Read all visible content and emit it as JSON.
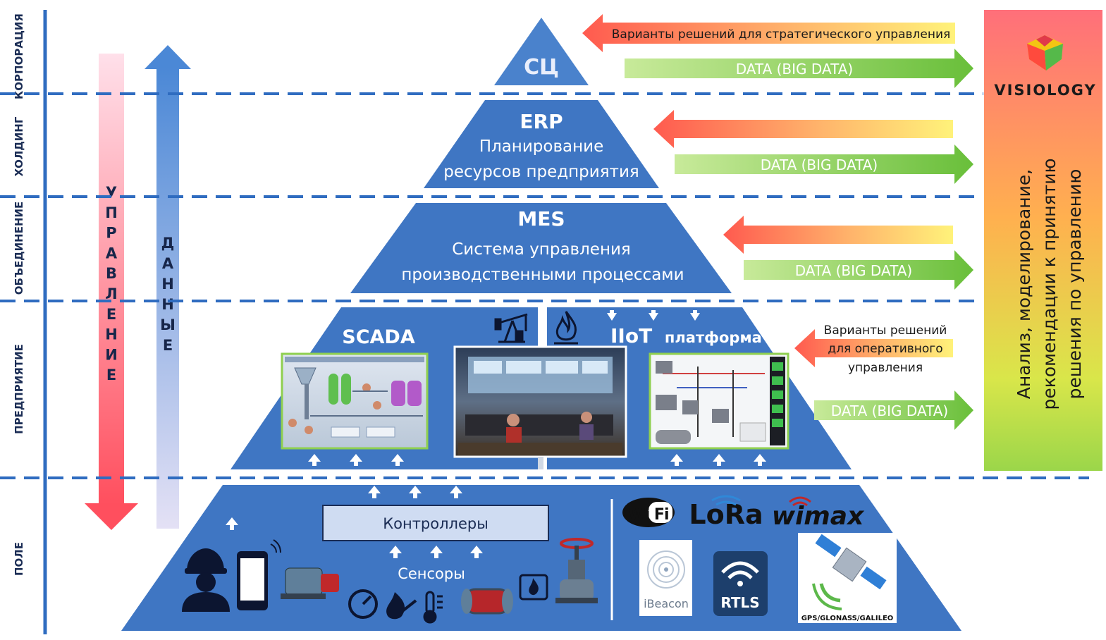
{
  "levels": [
    "КОРПОРАЦИЯ",
    "ХОЛДИНГ",
    "ОБЪЕДИНЕНИЕ",
    "ПРЕДПРИЯТИЕ",
    "ПОЛЕ"
  ],
  "side_arrows": {
    "management": [
      "У",
      "П",
      "Р",
      "А",
      "В",
      "Л",
      "Е",
      "Н",
      "И",
      "Е"
    ],
    "data": [
      "Д",
      "А",
      "Н",
      "Н",
      "Ы",
      "Е"
    ]
  },
  "pyramid": {
    "sc": {
      "title": "СЦ"
    },
    "erp": {
      "title": "ERP",
      "line1": "Планирование",
      "line2": "ресурсов предприятия"
    },
    "mes": {
      "title": "MES",
      "line1": "Система управления",
      "line2": "производственными процессами"
    },
    "scada": {
      "title": "SCADA"
    },
    "iiot": {
      "title": "IIoT",
      "subtitle": "платформа"
    },
    "field": {
      "controllers": "Контроллеры",
      "sensors": "Сенсоры",
      "wireless": {
        "wifi": "Wi Fi",
        "lora": "LoRa",
        "wimax": "wimax"
      },
      "ibeacon": "iBeacon",
      "rtls": "RTLS",
      "gps": "GPS/GLONASS/GALILEO"
    }
  },
  "right_arrows": {
    "strategic": "Варианты решений для стратегического управления",
    "operational": [
      "Варианты решений",
      "для оперативного",
      "управления"
    ],
    "data_label": "DATA (BIG DATA)"
  },
  "visiology": {
    "brand": "VISIOLOGY",
    "lines": [
      "Анализ, моделирование,",
      "рекомендации к принятию",
      "решения по управлению"
    ]
  },
  "colors": {
    "pyramid": "#3f76c3",
    "dashed": "#2f6cc0",
    "data_arrow": "#8fd04d",
    "feedback_arrow": "#ff8a5c"
  }
}
